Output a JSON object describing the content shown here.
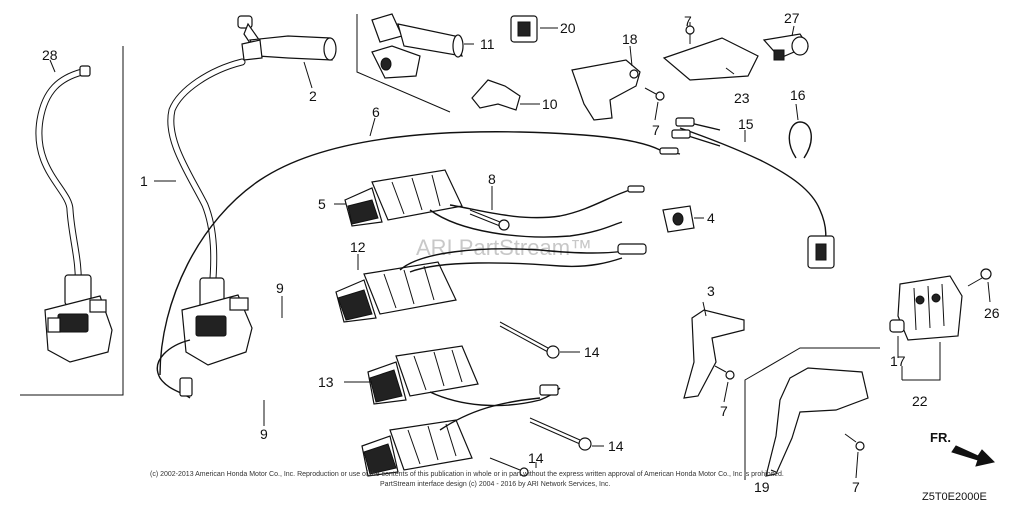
{
  "callouts": {
    "c1": "1",
    "c2": "2",
    "c3": "3",
    "c4": "4",
    "c5": "5",
    "c6": "6",
    "c7a": "7",
    "c7b": "7",
    "c7c": "7",
    "c7d": "7",
    "c8": "8",
    "c9a": "9",
    "c9b": "9",
    "c10": "10",
    "c11": "11",
    "c12": "12",
    "c13": "13",
    "c14a": "14",
    "c14b": "14",
    "c14c": "14",
    "c15": "15",
    "c16": "16",
    "c17": "17",
    "c18": "18",
    "c19": "19",
    "c20": "20",
    "c22": "22",
    "c23": "23",
    "c26": "26",
    "c27": "27",
    "c28": "28"
  },
  "watermark": "ARI PartStream™",
  "direction_label": "FR.",
  "copyright": "(c) 2002-2013 American Honda Motor Co., Inc. Reproduction or use of the contents of this publication in whole or in part without the express written approval of American Honda Motor Co., Inc is prohibited.",
  "copyright_line2": "PartStream interface design (c) 2004 - 2016 by ARI Network Services, Inc.",
  "diagram_code": "Z5T0E2000E",
  "icons": {
    "direction_arrow": "arrow-icon"
  }
}
